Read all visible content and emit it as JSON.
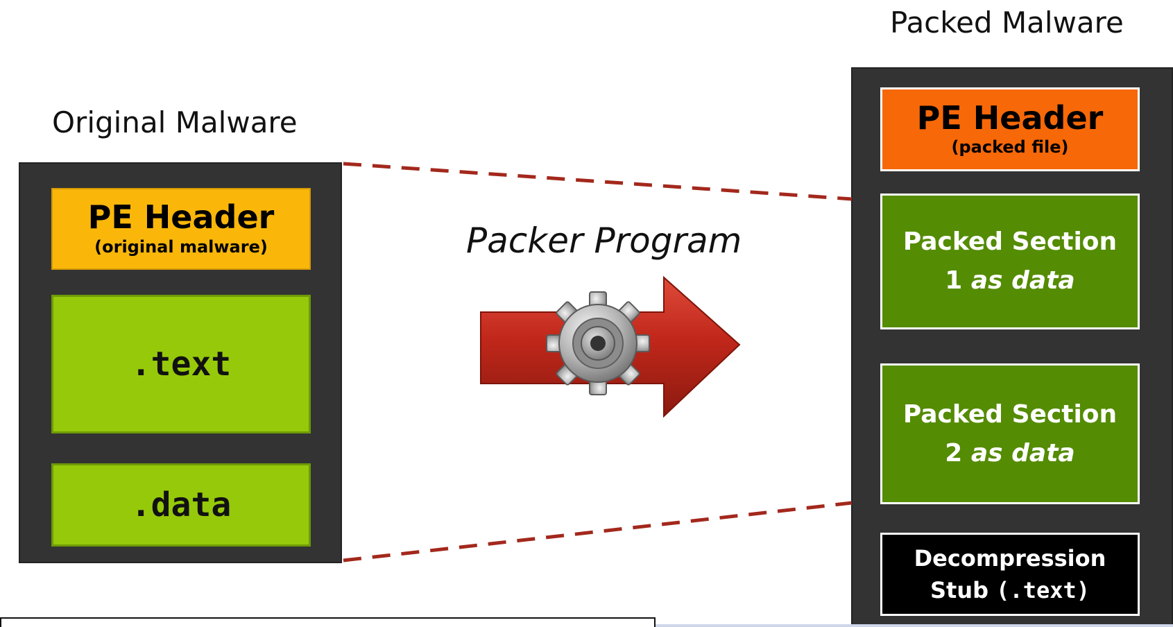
{
  "original": {
    "title": "Original Malware",
    "header_title": "PE Header",
    "header_subtitle": "(original malware)",
    "text_section": ".text",
    "data_section": ".data"
  },
  "packer": {
    "label": "Packer Program",
    "icon": "gear-icon"
  },
  "packed": {
    "title": "Packed Malware",
    "header_title": "PE Header",
    "header_subtitle": "(packed file)",
    "section1_line1": "Packed Section",
    "section1_num": "1",
    "section1_italic": "as data",
    "section2_line1": "Packed Section",
    "section2_num": "2",
    "section2_italic": "as data",
    "stub_line1": "Decompression",
    "stub_word": "Stub",
    "stub_mono": "(.text)"
  },
  "colors": {
    "container": "#333333",
    "pe_header_original": "#fab70a",
    "original_sections": "#96c90a",
    "pe_header_packed": "#f76809",
    "packed_sections": "#548c03",
    "stub": "#000000",
    "arrow": "#c0271a",
    "dashed_lines": "#a3281c"
  }
}
